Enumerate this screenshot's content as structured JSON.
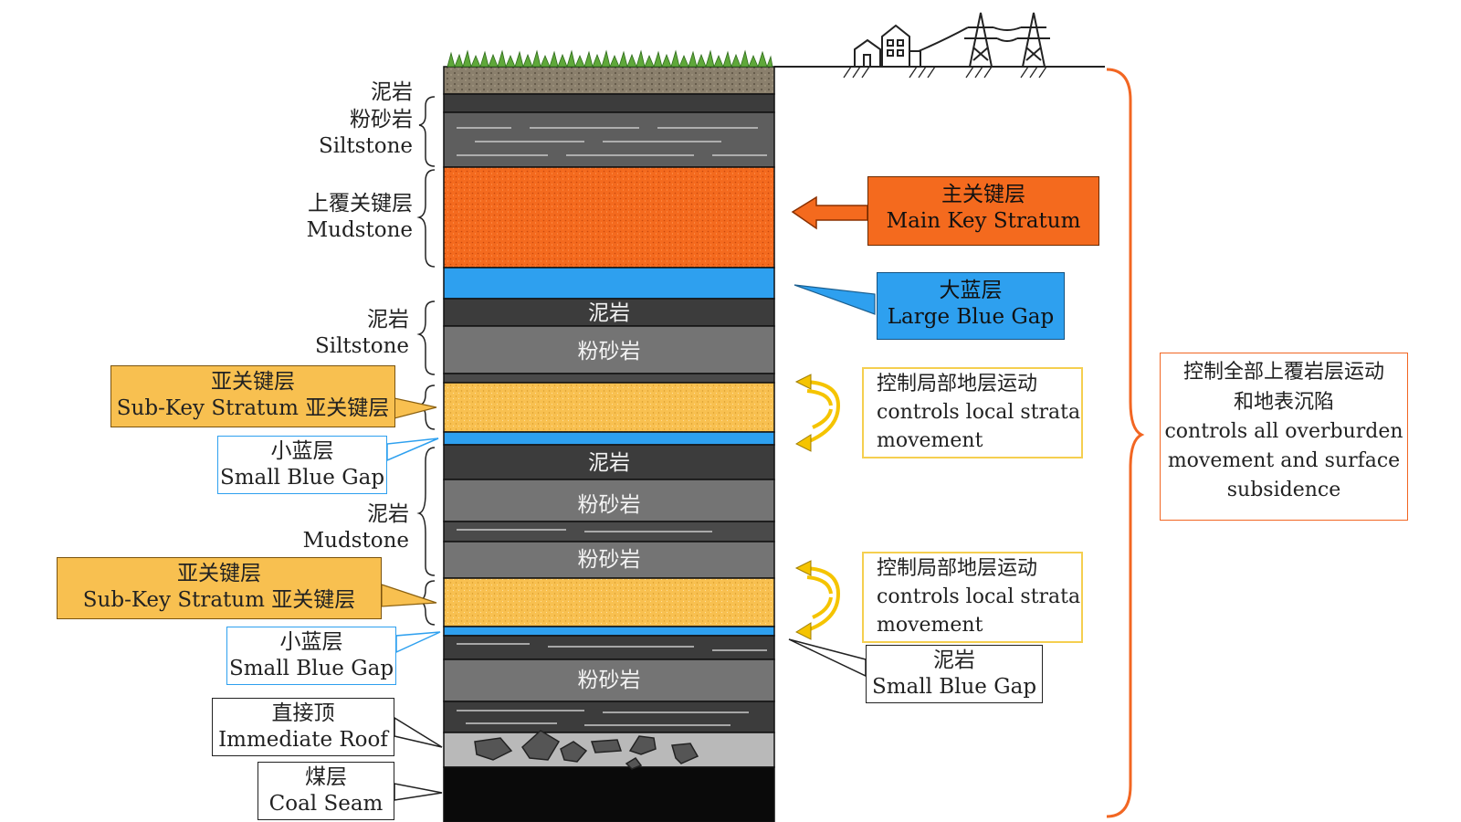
{
  "left_labels": {
    "top_group": [
      "泥岩",
      "粉砂岩",
      "Siltstone"
    ],
    "overburden_key": [
      "上覆关键层",
      "Mudstone"
    ],
    "mid_group_1": [
      "泥岩",
      "Siltstone"
    ],
    "sub_key_1": [
      "亚关键层",
      "Sub-Key Stratum 亚关键层"
    ],
    "small_gap_1": [
      "小蓝层",
      "Small Blue Gap"
    ],
    "mid_group_2": [
      "泥岩",
      "Mudstone"
    ],
    "sub_key_2": [
      "亚关键层",
      "Sub-Key Stratum 亚关键层"
    ],
    "small_gap_2": [
      "小蓝层",
      "Small Blue Gap"
    ],
    "immediate_roof": [
      "直接顶",
      "Immediate Roof"
    ],
    "coal_seam": [
      "煤层",
      "Coal Seam"
    ]
  },
  "column_labels": {
    "mudstone_1": "泥岩",
    "siltstone_1": "粉砂岩",
    "mudstone_2": "泥岩",
    "siltstone_2": "粉砂岩",
    "siltstone_3": "粉砂岩",
    "siltstone_4": "粉砂岩"
  },
  "right_labels": {
    "main_key": [
      "主关键层",
      "Main Key Stratum"
    ],
    "large_gap": [
      "大蓝层",
      "Large Blue Gap"
    ],
    "local_control_1": [
      "控制局部地层运动",
      "controls local strata",
      "movement"
    ],
    "local_control_2": [
      "控制局部地层运动",
      "controls local strata",
      "movement"
    ],
    "bottom_mudstone": [
      "泥岩",
      "Small Blue Gap"
    ],
    "overall_control": [
      "控制全部上覆岩层运动",
      "和地表沉陷",
      "controls all overburden",
      "movement and surface",
      "subsidence"
    ]
  },
  "colors": {
    "orange": "#f46a1e",
    "blue": "#2ea0ef",
    "yellow": "#f8c050",
    "mudstone": "#3c3c3c",
    "siltstone": "#707070",
    "coal": "#0a0a0a",
    "roof": "#b9b9b9"
  }
}
